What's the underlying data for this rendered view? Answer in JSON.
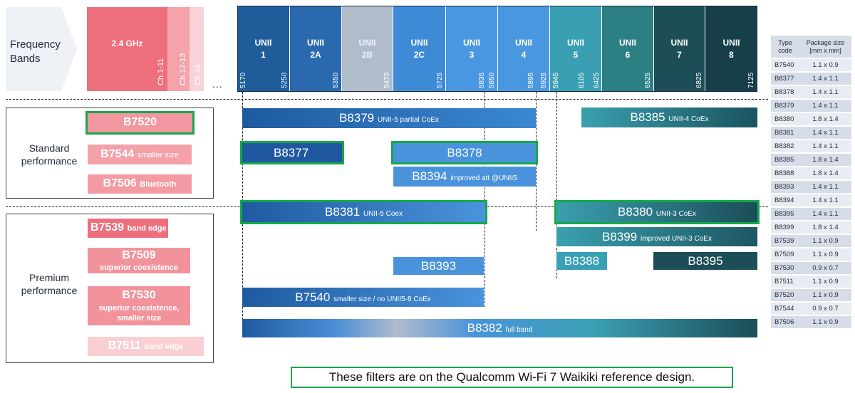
{
  "header": {
    "freq_label_1": "Frequency",
    "freq_label_2": "Bands"
  },
  "ghz": {
    "label": "2.4 GHz",
    "ch1": "Ch 1-11",
    "ch2": "Ch 12-13",
    "ch3": "Ch 14",
    "ellipsis": "..."
  },
  "unii": [
    {
      "l1": "UNII",
      "l2": "1",
      "f1": "5170",
      "f2": "5250",
      "color": "#1f5c9a"
    },
    {
      "l1": "UNII",
      "l2": "2A",
      "f1": "",
      "f2": "5350",
      "color": "#2a69ad"
    },
    {
      "l1": "UNII",
      "l2": "2B",
      "f1": "",
      "f2": "5470",
      "color": "#b1bccb"
    },
    {
      "l1": "UNII",
      "l2": "2C",
      "f1": "",
      "f2": "5725",
      "color": "#3d8ad7"
    },
    {
      "l1": "UNII",
      "l2": "3",
      "f1": "",
      "f2": "5835",
      "f3": "5850",
      "color": "#4a97e1"
    },
    {
      "l1": "UNII",
      "l2": "4",
      "f1": "",
      "f2": "5895",
      "f3": "5925",
      "color": "#4a97e1"
    },
    {
      "l1": "UNII",
      "l2": "5",
      "f1": "5945",
      "f2": "6105",
      "f3": "6425",
      "color": "#3a9fb3"
    },
    {
      "l1": "UNII",
      "l2": "6",
      "f1": "",
      "f2": "6525",
      "color": "#2c7f82"
    },
    {
      "l1": "UNII",
      "l2": "7",
      "f1": "",
      "f2": "6825",
      "color": "#1d4e57"
    },
    {
      "l1": "UNII",
      "l2": "8",
      "f1": "",
      "f2": "7125",
      "color": "#163f4a"
    }
  ],
  "standard": {
    "title_1": "Standard",
    "title_2": "performance",
    "chips": [
      {
        "name": "B7520",
        "sub": ""
      },
      {
        "name": "B7544",
        "sub": "smaller size"
      },
      {
        "name": "B7506",
        "sub": "Bluetooth"
      }
    ]
  },
  "premium": {
    "title_1": "Premium",
    "title_2": "performance",
    "chips": [
      {
        "name": "B7539",
        "sub": "band edge"
      },
      {
        "name": "B7509",
        "sub": "superior coexistence"
      },
      {
        "name": "B7530",
        "sub": "superior coexistence,",
        "sub2": "smaller size"
      },
      {
        "name": "B7511",
        "sub": "band edge"
      }
    ]
  },
  "bars": {
    "b8379": {
      "name": "B8379",
      "sub": "UNII-5 partial CoEx"
    },
    "b8385": {
      "name": "B8385",
      "sub": "UNII-4 CoEx"
    },
    "b8377": {
      "name": "B8377",
      "sub": ""
    },
    "b8378": {
      "name": "B8378",
      "sub": ""
    },
    "b8394": {
      "name": "B8394",
      "sub": "improved att @UNII5"
    },
    "b8381": {
      "name": "B8381",
      "sub": "UNII-5 Coex"
    },
    "b8380": {
      "name": "B8380",
      "sub": "UNII-3 CoEx"
    },
    "b8399": {
      "name": "B8399",
      "sub": "improved UNII-3 CoEx"
    },
    "b8388": {
      "name": "B8388",
      "sub": ""
    },
    "b8395": {
      "name": "B8395",
      "sub": ""
    },
    "b8393": {
      "name": "B8393",
      "sub": ""
    },
    "b7540": {
      "name": "B7540",
      "sub": "smaller size / no UNII5-8 CoEx"
    },
    "b8382": {
      "name": "B8382",
      "sub": "full band"
    }
  },
  "table": {
    "col1": "Type code",
    "col2": "Package size [mm x mm]",
    "rows": [
      [
        "B7540",
        "1.1 x 0.9"
      ],
      [
        "B8377",
        "1.4 x 1.1"
      ],
      [
        "B8378",
        "1.4 x 1.1"
      ],
      [
        "B8379",
        "1.4 x 1.1"
      ],
      [
        "B8380",
        "1.8 x 1.4"
      ],
      [
        "B8381",
        "1.4 x 1.1"
      ],
      [
        "B8382",
        "1.4 x 1.1"
      ],
      [
        "B8385",
        "1.8 x 1.4"
      ],
      [
        "B8388",
        "1.8 x 1.4"
      ],
      [
        "B8393",
        "1.4 x 1.1"
      ],
      [
        "B8394",
        "1.4 x 1.1"
      ],
      [
        "B8395",
        "1.4 x 1.1"
      ],
      [
        "B8399",
        "1.8 x 1.4"
      ],
      [
        "B7539",
        "1.1 x 0.9"
      ],
      [
        "B7509",
        "1.1 x 0.9"
      ],
      [
        "B7530",
        "0.9 x 0.7"
      ],
      [
        "B7511",
        "1.1 x 0.9"
      ],
      [
        "B7520",
        "1.1 x 0.9"
      ],
      [
        "B7544",
        "0.9 x 0.7"
      ],
      [
        "B7506",
        "1.1 x 0.9"
      ]
    ]
  },
  "footnote": "These filters are on the Qualcomm Wi-Fi 7 Waikiki reference design."
}
